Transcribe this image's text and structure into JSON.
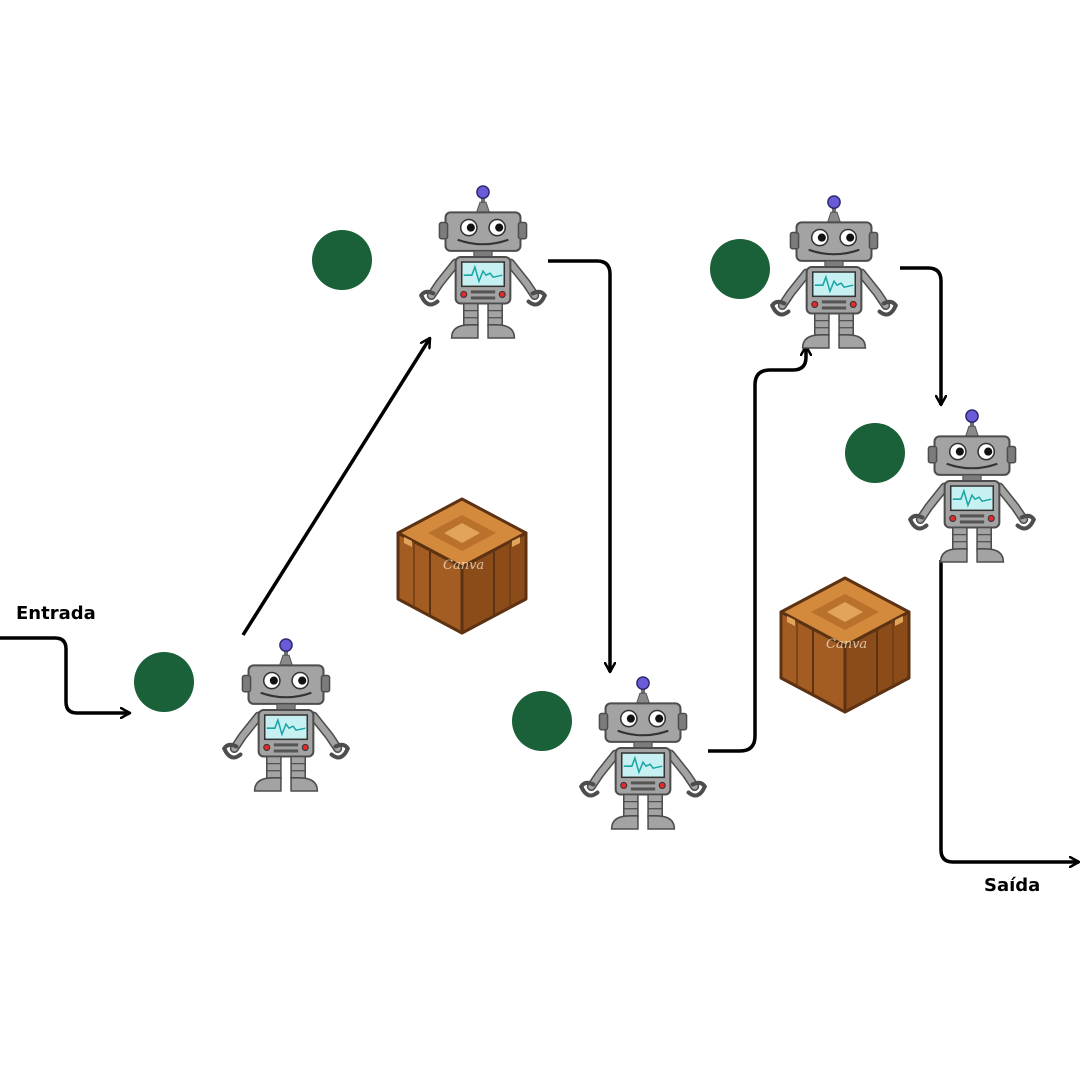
{
  "labels": {
    "entrada": "Entrada",
    "saida": "Saída"
  },
  "watermark": "Canva",
  "node_count": 5,
  "crate_count": 2,
  "colors": {
    "node_dot": "#1a6038",
    "arrow": "#000000",
    "robot_body": "#9a9a9a",
    "robot_dark": "#6f6f6f",
    "robot_screen": "#c7f0f2",
    "robot_pulse": "#19a5a3",
    "antenna_ball": "#6a5cd8",
    "crate_top": "#d38a3c",
    "crate_side": "#9c5a22",
    "crate_edge": "#5c3212"
  },
  "icons": [
    "robot-icon",
    "crate-icon",
    "node-dot"
  ]
}
